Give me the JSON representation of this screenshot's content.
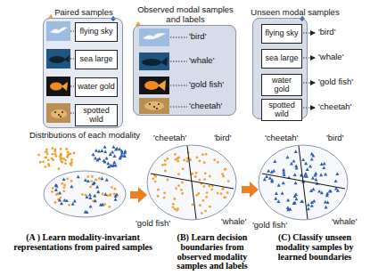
{
  "diagram": {
    "nodes": [
      {
        "text": [
          "Paired samples"
        ]
      },
      {
        "text": [
          "flying sky"
        ],
        "in": 0
      },
      {
        "text": [
          "sea large"
        ],
        "in": 0
      },
      {
        "text": [
          "water gold"
        ],
        "in": 0
      },
      {
        "text": [
          "spotted wild"
        ],
        "in": 0
      },
      {
        "text": [
          "Observed modal samples and labels"
        ]
      },
      {
        "text": [
          "Unseen modal samples"
        ]
      },
      {
        "text": [
          "flying sky"
        ],
        "in": 6
      },
      {
        "text": [
          "sea large"
        ],
        "in": 6
      },
      {
        "text": [
          "water gold"
        ],
        "in": 6
      },
      {
        "text": [
          "spotted wild"
        ],
        "in": 6
      }
    ],
    "labels": [
      "Distributions of each modality",
      "'bird'",
      "'whale'",
      "'gold fish'",
      "'cheetah'",
      "'bird'",
      "'whale'",
      "'gold fish'",
      "'cheetah'",
      "'cheetah'",
      "'bird'",
      "'gold fish'",
      "'whale'",
      "'cheetah'",
      "'bird'",
      "'gold fish'",
      "'whale'",
      "(A ) Learn modality-invariant representations from paired samples",
      "(B) Learn decision boundaries from observed modality samples and labels",
      "(C) Classify unseen modality samples by learned boundaries"
    ]
  }
}
